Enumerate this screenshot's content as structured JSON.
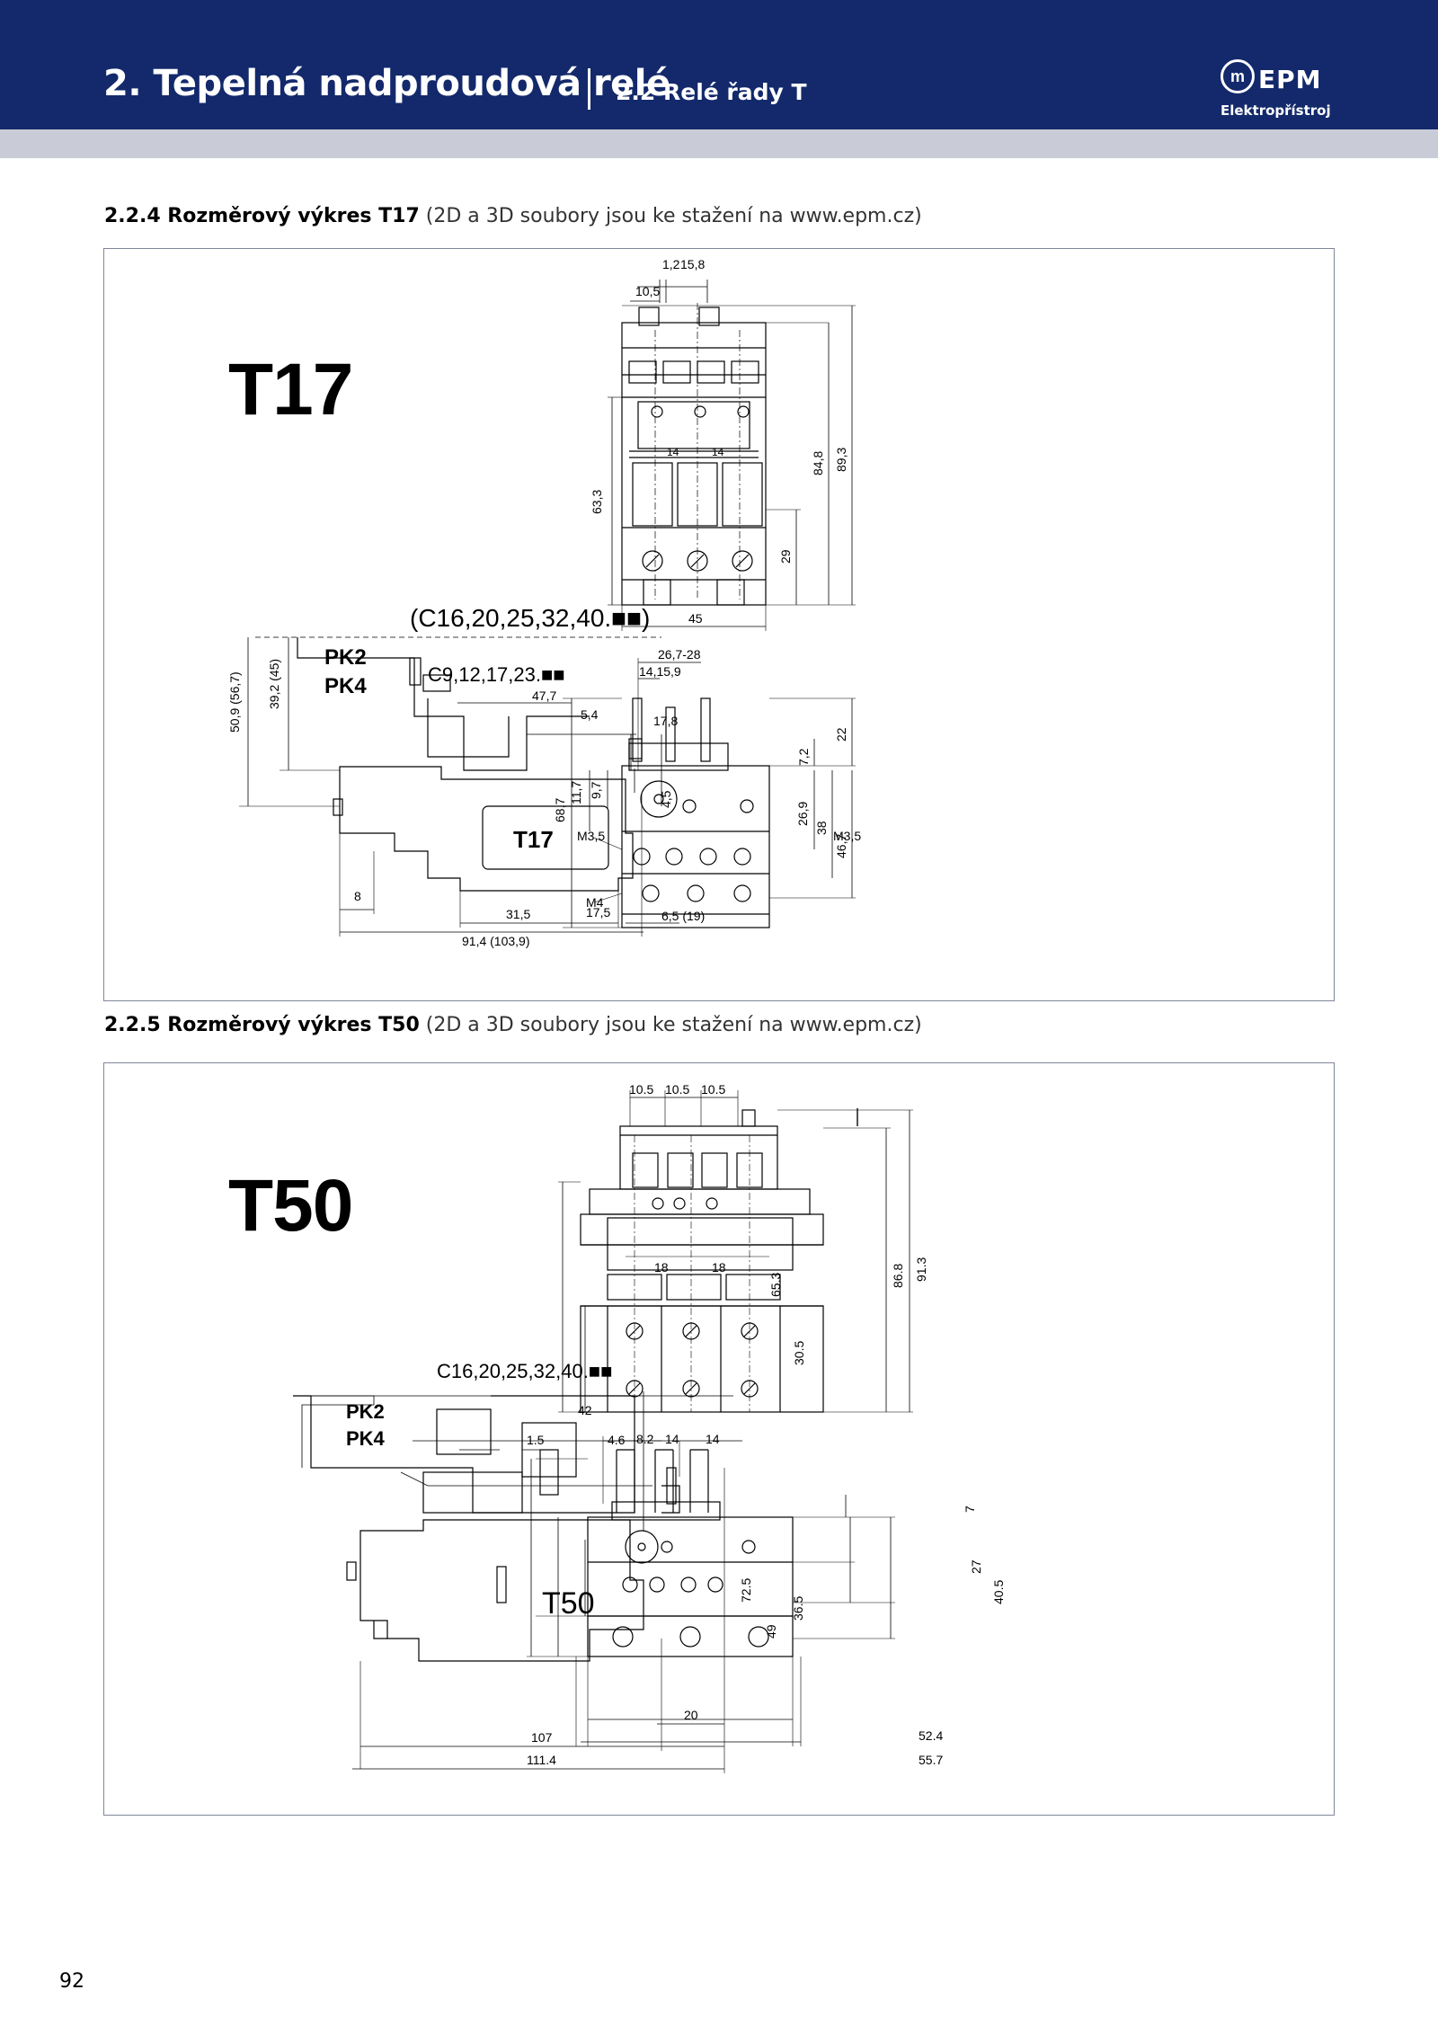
{
  "header": {
    "title": "2. Tepelná nadproudová relé",
    "subtitle": "2.2 Relé řady T",
    "logo_mark": "m",
    "logo_word": "EPM",
    "logo_sub": "Elektropřístroj",
    "colors": {
      "band": "#13296b",
      "stripe": "#c9ccd6"
    }
  },
  "sections": [
    {
      "heading": "2.2.4 Rozměrový výkres T17",
      "note": "(2D a 3D soubory jsou ke stažení na www.epm.cz)",
      "model": "T17",
      "labels": {
        "compat_large": "(C16,20,25,32,40.■■)",
        "compat_small": "C9,12,17,23.■■",
        "pk2": "PK2",
        "pk4": "PK4",
        "body_label": "T17",
        "m35": "M3,5",
        "m4": "M4"
      },
      "dims": {
        "top_1_2": "1,2",
        "top_15_8": "15,8",
        "top_10_5": "10,5",
        "pitch_a": "14",
        "pitch_b": "14",
        "h_63_3": "63,3",
        "h_84_8": "84,8",
        "h_89_3": "89,3",
        "h_29": "29",
        "w_45": "45",
        "w_26_7_28": "26,7-28",
        "w_14_15_9": "14,15,9",
        "w_17_8": "17,8",
        "h_68_7": "68,7",
        "h_11_7": "11,7",
        "h_9_7": "9,7",
        "h_7_2": "7,2",
        "h_22": "22",
        "h_26_9": "26,9",
        "h_38": "38",
        "h_46_7": "46,7",
        "side_50_9": "50,9 (56,7)",
        "side_39_2": "39,2 (45)",
        "side_47_7": "47,7",
        "side_5_4": "5,4",
        "side_4_5": "4,5",
        "side_8": "8",
        "side_31_5": "31,5",
        "side_17_5": "17,5",
        "side_6_5": "6,5 (19)",
        "side_91_4": "91,4 (103,9)"
      }
    },
    {
      "heading": "2.2.5 Rozměrový výkres T50",
      "note": "(2D a 3D soubory jsou ke stažení na www.epm.cz)",
      "model": "T50",
      "labels": {
        "compat": "C16,20,25,32,40.■■",
        "pk2": "PK2",
        "pk4": "PK4",
        "body_label": "T50"
      },
      "dims": {
        "top_a": "10.5",
        "top_b": "10.5",
        "top_c": "10.5",
        "pitch_a": "18",
        "pitch_b": "18",
        "h_65_3": "65.3",
        "h_30_5": "30.5",
        "h_86_8": "86.8",
        "h_91_3": "91.3",
        "w_8_2": "8.2",
        "w_14a": "14",
        "w_14b": "14",
        "h_7": "7",
        "h_27": "27",
        "h_40_5": "40.5",
        "h_72_5": "72.5",
        "h_49": "49",
        "h_36_5": "36.5",
        "w_52_4": "52.4",
        "w_55_7": "55.7",
        "side_42": "42",
        "side_1_5": "1.5",
        "side_4_6": "4.6",
        "side_20": "20",
        "side_107": "107",
        "side_111_4": "111.4"
      }
    }
  ],
  "page_number": "92"
}
